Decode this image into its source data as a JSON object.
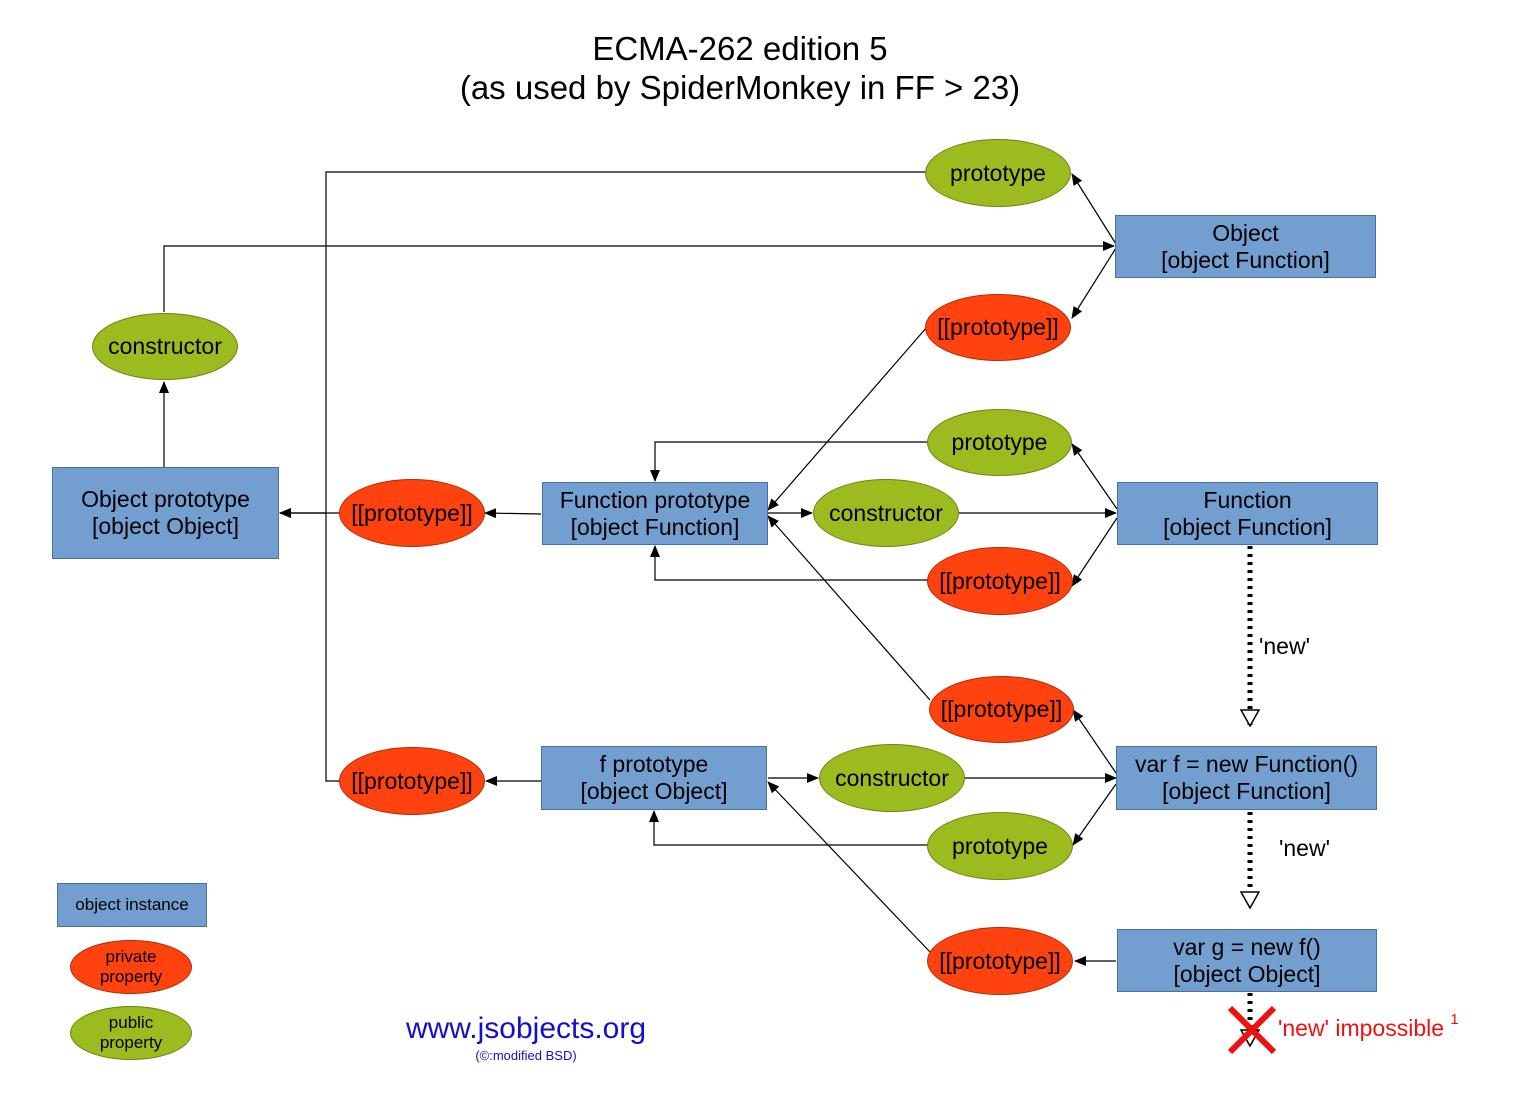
{
  "title": {
    "line1": "ECMA-262 edition 5",
    "line2": "(as used by SpiderMonkey in FF > 23)"
  },
  "nodes": {
    "object": {
      "name": "Object",
      "type": "[object Function]"
    },
    "function": {
      "name": "Function",
      "type": "[object Function]"
    },
    "object_prototype": {
      "name": "Object prototype",
      "type": "[object Object]"
    },
    "function_prototype": {
      "name": "Function prototype",
      "type": "[object Function]"
    },
    "f_prototype": {
      "name": "f prototype",
      "type": "[object Object]"
    },
    "var_f": {
      "name": "var f = new Function()",
      "type": "[object Function]"
    },
    "var_g": {
      "name": "var g = new f()",
      "type": "[object Object]"
    }
  },
  "properties": {
    "prototype": "prototype",
    "private_prototype": "[[prototype]]",
    "constructor": "constructor"
  },
  "edge_labels": {
    "new": "'new'",
    "new_impossible": "'new' impossible",
    "footnote": "1"
  },
  "legend": {
    "object_instance": "object instance",
    "private_line1": "private",
    "private_line2": "property",
    "public_line1": "public",
    "public_line2": "property"
  },
  "footer": {
    "site": "www.jsobjects.org",
    "copyright": "(©:modified BSD)"
  },
  "colors": {
    "object_instance": "#729fcf",
    "public_property": "#9bbb1e",
    "private_property": "#ff420e",
    "site_link": "#1010cc",
    "impossible": "#ee1111"
  }
}
